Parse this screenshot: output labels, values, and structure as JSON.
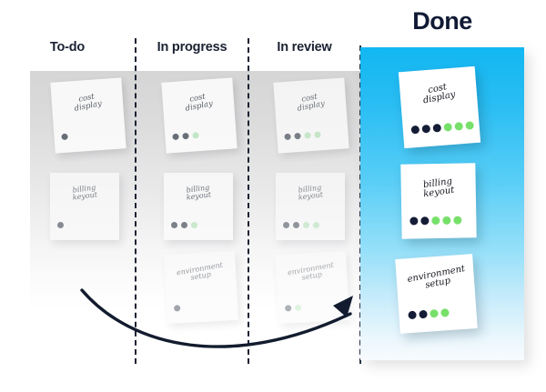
{
  "board": {
    "title_done": "Done",
    "columns": [
      {
        "id": "todo",
        "label": "To-do"
      },
      {
        "id": "in-progress",
        "label": "In progress"
      },
      {
        "id": "in-review",
        "label": "In review"
      },
      {
        "id": "done",
        "label": "Done"
      }
    ],
    "colors": {
      "done_panel_top": "#12b7f2",
      "done_panel_bottom": "#f7fbfd",
      "heading_text": "#1b2233",
      "done_heading_text": "#101a34",
      "dot_dark_faded": "#5f6670",
      "dot_green_faded": "#bfe8c3",
      "dot_dark": "#141c36",
      "dot_green": "#77e06a",
      "arrow": "#131c2e",
      "work_area_grey": "#d5d5d6",
      "card_white": "#ffffff"
    },
    "cards": {
      "todo": [
        {
          "text": "cost\ndisplay",
          "dots": [
            "dark"
          ]
        },
        {
          "text": "billing\nkeyout",
          "dots": [
            "dark"
          ]
        }
      ],
      "in_progress": [
        {
          "text": "cost\ndisplay",
          "dots": [
            "dark",
            "dark",
            "green"
          ]
        },
        {
          "text": "billing\nkeyout",
          "dots": [
            "dark",
            "dark",
            "green"
          ]
        },
        {
          "text": "environment\nsetup",
          "dots": [
            "dark"
          ]
        }
      ],
      "in_review": [
        {
          "text": "cost\ndisplay",
          "dots": [
            "dark",
            "dark",
            "green",
            "green"
          ]
        },
        {
          "text": "billing\nkeyout",
          "dots": [
            "dark",
            "dark",
            "green",
            "green"
          ]
        },
        {
          "text": "environment\nsetup",
          "dots": [
            "dark",
            "green"
          ]
        }
      ],
      "done": [
        {
          "text": "cost\ndisplay",
          "dots": [
            "dark",
            "dark",
            "dark",
            "green",
            "green",
            "green"
          ]
        },
        {
          "text": "billing\nkeyout",
          "dots": [
            "dark",
            "dark",
            "green",
            "green",
            "green"
          ]
        },
        {
          "text": "environment\nsetup",
          "dots": [
            "dark",
            "dark",
            "green",
            "green"
          ]
        }
      ]
    },
    "arrow": {
      "name": "progress-flow-arrow",
      "description": "curved arrow from To-do area sweeping right into the Done panel"
    }
  }
}
